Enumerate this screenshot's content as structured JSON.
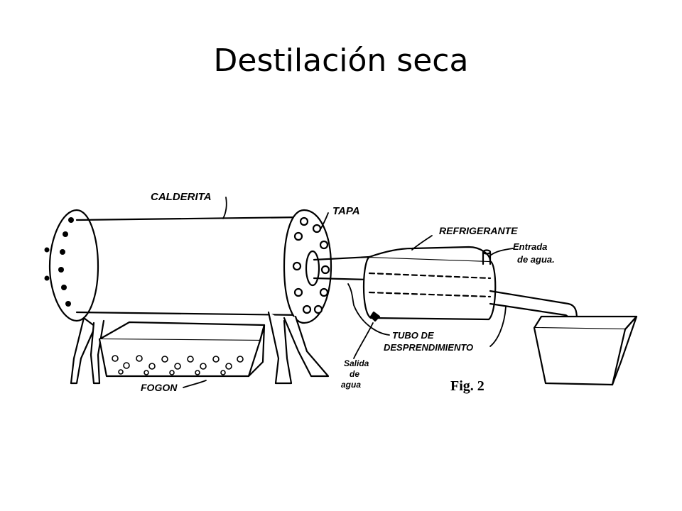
{
  "slide": {
    "title": "Destilación seca"
  },
  "labels": {
    "calderita": "CALDERITA",
    "tapa": "TAPA",
    "refrigerante": "REFRIGERANTE",
    "entrada_1": "Entrada",
    "entrada_2": "de agua.",
    "tubo_1": "TUBO DE",
    "tubo_2": "DESPRENDIMIENTO",
    "salida_1": "Salida",
    "salida_2": "de",
    "salida_3": "agua",
    "fogon": "FOGON",
    "fig": "Fig. 2"
  }
}
